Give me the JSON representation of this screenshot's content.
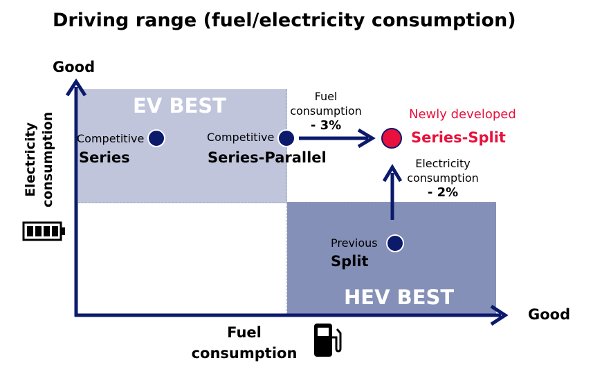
{
  "title": "Driving range (fuel/electricity consumption)",
  "axes": {
    "y_good": "Good",
    "y_label_line1": "Electricity",
    "y_label_line2": "consumption",
    "x_good": "Good",
    "x_label_line1": "Fuel",
    "x_label_line2": "consumption"
  },
  "zones": {
    "ev_best": "EV BEST",
    "hev_best": "HEV BEST"
  },
  "points": {
    "series": {
      "qualifier": "Competitive",
      "name": "Series"
    },
    "series_parallel": {
      "qualifier": "Competitive",
      "name": "Series-Parallel"
    },
    "split": {
      "qualifier": "Previous",
      "name": "Split"
    },
    "series_split": {
      "qualifier": "Newly developed",
      "name": "Series-Split"
    }
  },
  "annotations": {
    "fuel_line1": "Fuel",
    "fuel_line2": "consumption",
    "fuel_value": "- 3%",
    "elec_line1": "Electricity",
    "elec_line2": "consumption",
    "elec_value": "- 2%"
  },
  "colors": {
    "axis": "#0b1a6b",
    "ev_zone": "#c0c5dc",
    "hev_zone": "#8590b8",
    "highlight": "#e8103c"
  },
  "icons": [
    "battery-icon",
    "fuel-pump-icon"
  ]
}
